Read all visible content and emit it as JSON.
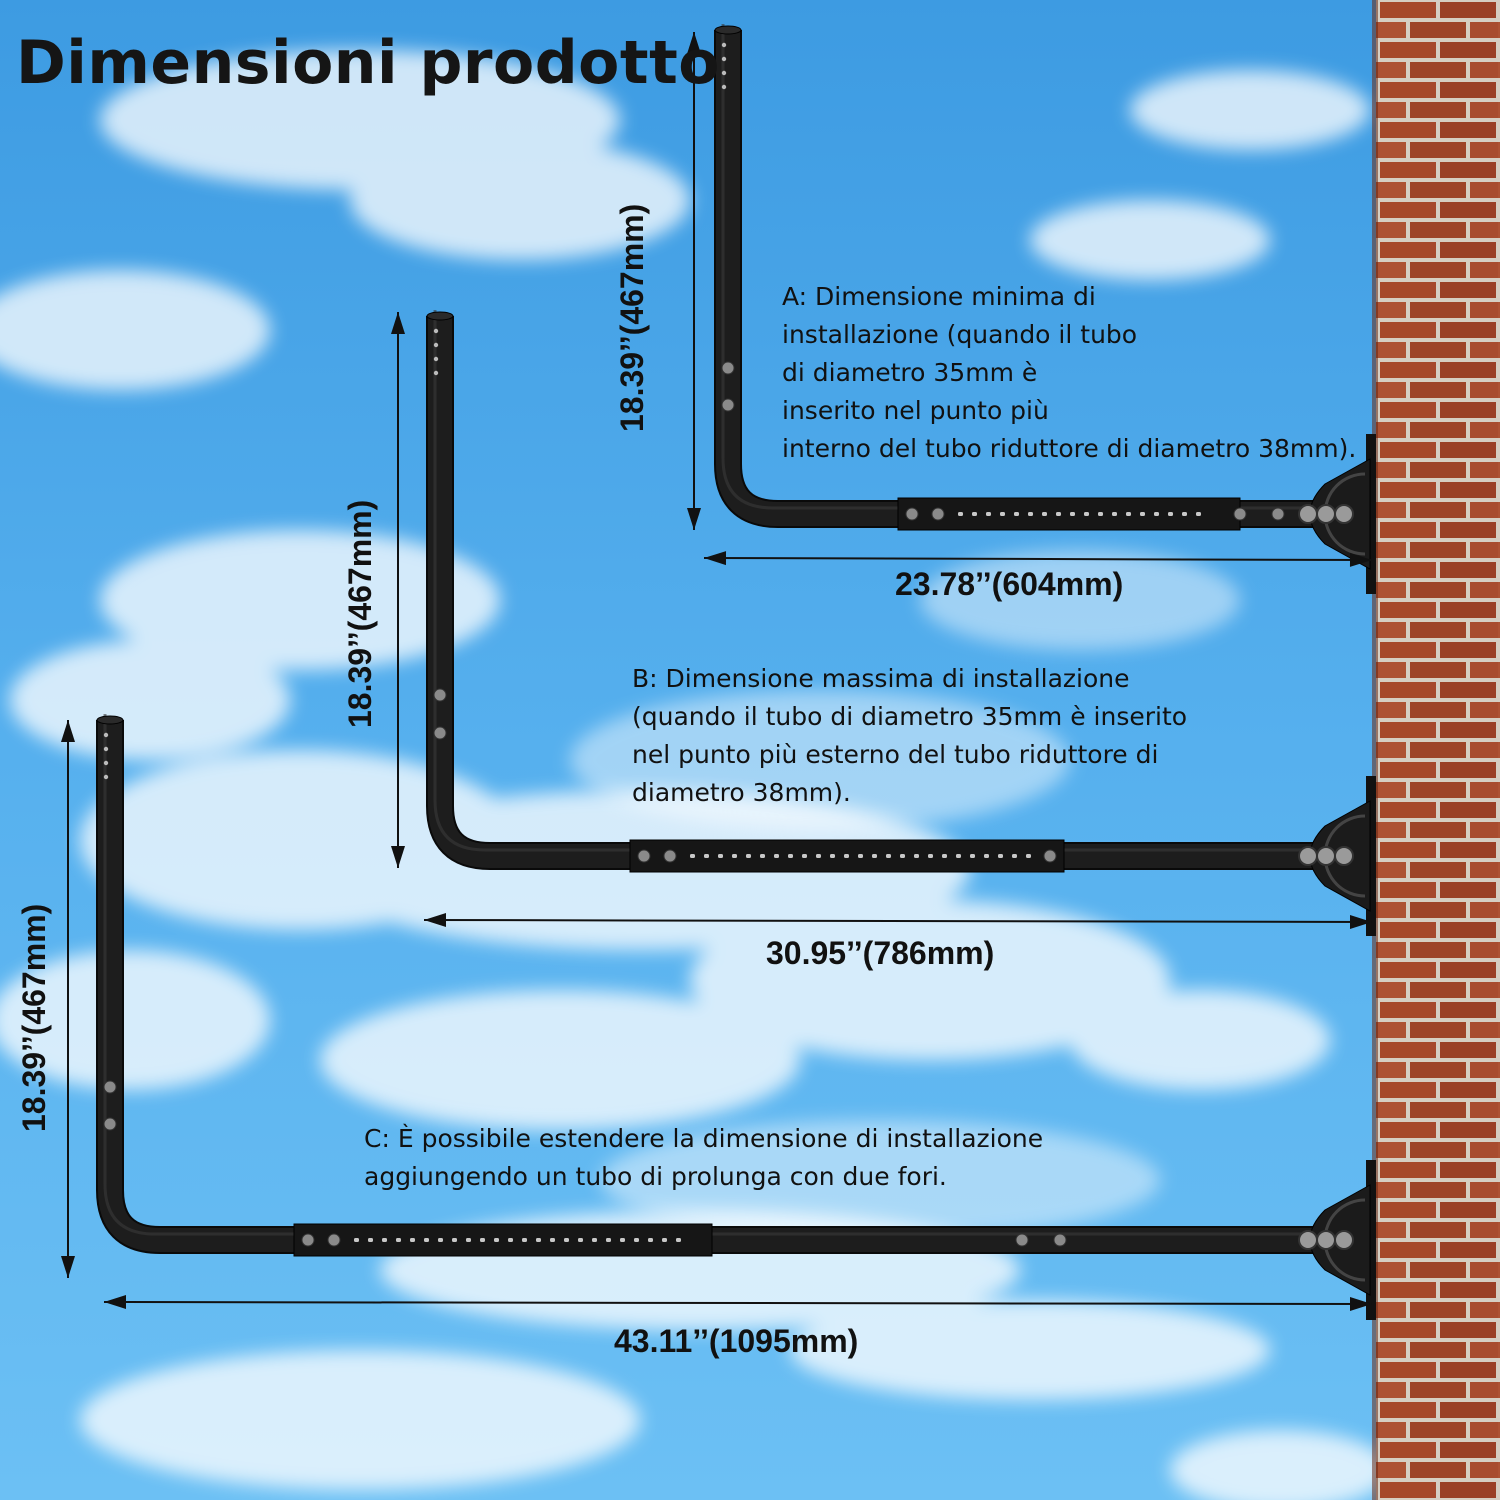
{
  "title": "Dimensioni prodotto",
  "colors": {
    "sky": "#4aa8e8",
    "brick": "#a4482a",
    "mortar": "#d8d2c8",
    "pipe": "#1a1a1a",
    "text": "#111111"
  },
  "configs": [
    {
      "id": "A",
      "note_lines": [
        "A: Dimensione minima di",
        "installazione (quando il tubo",
        "di diametro 35mm è",
        "inserito nel punto più",
        "interno del tubo riduttore di diametro 38mm)."
      ],
      "height_label": "18.39’’(467mm)",
      "width_label": "23.78’’(604mm)"
    },
    {
      "id": "B",
      "note_lines": [
        "B: Dimensione massima di installazione",
        "(quando il tubo di diametro 35mm è inserito",
        "nel punto più esterno del tubo riduttore di",
        "diametro 38mm)."
      ],
      "height_label": "18.39’’(467mm)",
      "width_label": "30.95’’(786mm)"
    },
    {
      "id": "C",
      "note_lines": [
        "C: È possibile estendere la dimensione di installazione",
        "aggiungendo un tubo di prolunga con due fori."
      ],
      "height_label": "18.39’’(467mm)",
      "width_label": "43.11’’(1095mm)"
    }
  ]
}
